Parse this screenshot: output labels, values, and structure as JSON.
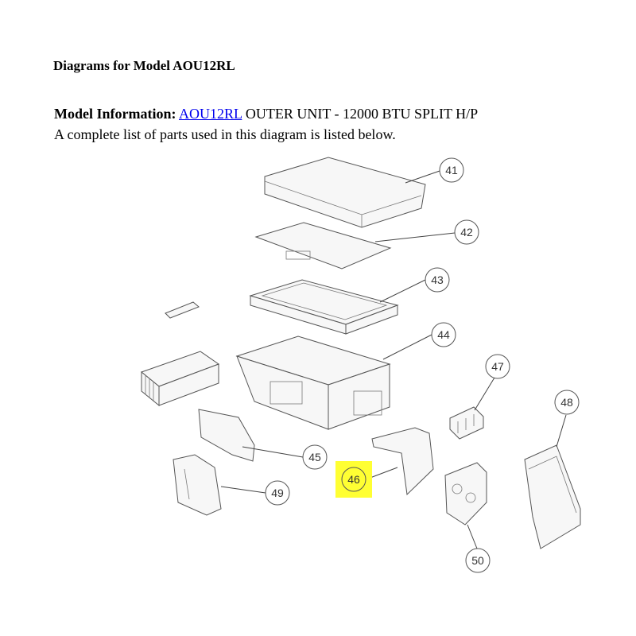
{
  "page": {
    "title": "Diagrams for Model AOU12RL"
  },
  "model_info": {
    "label": "Model Information:",
    "model_link": "AOU12RL",
    "description": "OUTER UNIT - 12000 BTU SPLIT H/P",
    "note": "A complete list of parts used in this diagram is listed below."
  },
  "colors": {
    "link": "#0000ee",
    "highlight": "#ffff33"
  },
  "diagram": {
    "callouts": [
      {
        "id": "41",
        "highlighted": false
      },
      {
        "id": "42",
        "highlighted": false
      },
      {
        "id": "43",
        "highlighted": false
      },
      {
        "id": "44",
        "highlighted": false
      },
      {
        "id": "45",
        "highlighted": false
      },
      {
        "id": "46",
        "highlighted": true
      },
      {
        "id": "47",
        "highlighted": false
      },
      {
        "id": "48",
        "highlighted": false
      },
      {
        "id": "49",
        "highlighted": false
      },
      {
        "id": "50",
        "highlighted": false
      }
    ]
  }
}
